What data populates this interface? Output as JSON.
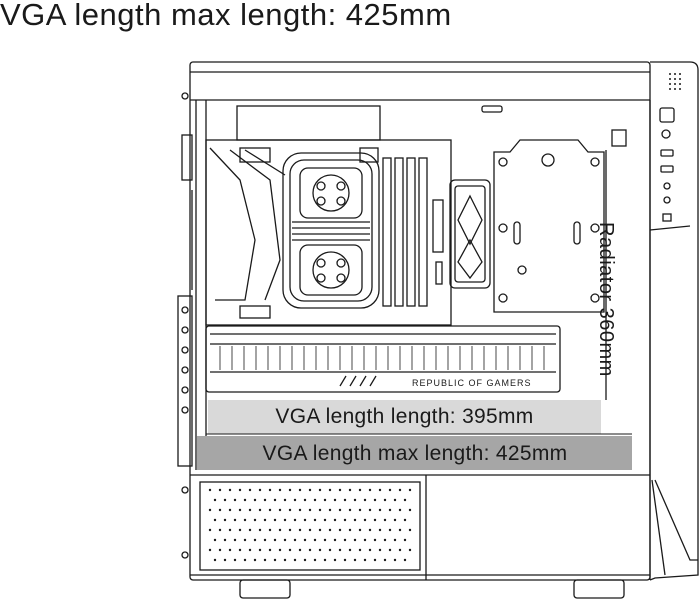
{
  "header": {
    "title": "VGA length max length: 425mm"
  },
  "labels": {
    "vga_length": "VGA length length: 395mm",
    "vga_max_length": "VGA length max length: 425mm",
    "radiator": "Radiator 360mm",
    "gpu_brand": "REPUBLIC OF GAMERS"
  },
  "colors": {
    "line": "#1a1a1a",
    "bar_395": "#d9d9d9",
    "bar_425": "#a6a6a6"
  }
}
